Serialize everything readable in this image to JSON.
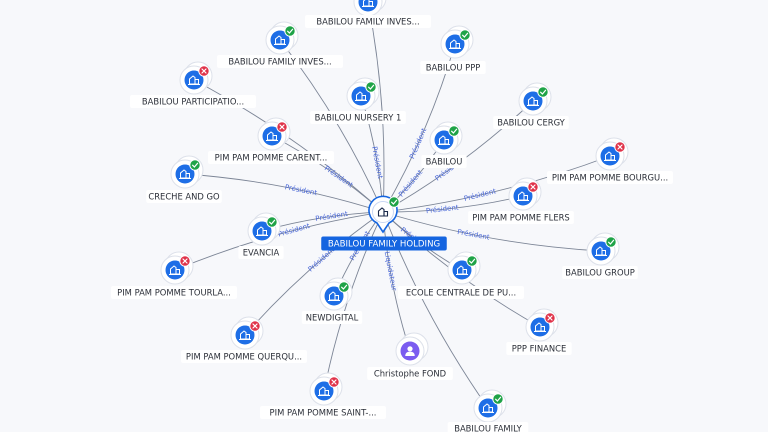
{
  "graph": {
    "center": {
      "label": "BABILOU FAMILY HOLDING",
      "status": "active"
    },
    "nodes": [
      {
        "id": "n1",
        "label": "BABILOU FAMILY INVES...",
        "status": "active"
      },
      {
        "id": "n2",
        "label": "BABILOU FAMILY INVES...",
        "status": "active"
      },
      {
        "id": "n3",
        "label": "BABILOU PPP",
        "status": "active"
      },
      {
        "id": "n4",
        "label": "BABILOU PARTICIPATIO...",
        "status": "closed"
      },
      {
        "id": "n5",
        "label": "BABILOU NURSERY 1",
        "status": "active"
      },
      {
        "id": "n6",
        "label": "BABILOU CERGY",
        "status": "active"
      },
      {
        "id": "n7",
        "label": "PIM PAM POMME CARENT...",
        "status": "closed"
      },
      {
        "id": "n8",
        "label": "BABILOU",
        "status": "active"
      },
      {
        "id": "n9",
        "label": "PIM PAM POMME BOURGU...",
        "status": "closed"
      },
      {
        "id": "n10",
        "label": "CRECHE AND GO",
        "status": "active"
      },
      {
        "id": "n11",
        "label": "PIM PAM POMME FLERS",
        "status": "closed"
      },
      {
        "id": "n12",
        "label": "EVANCIA",
        "status": "active"
      },
      {
        "id": "n13",
        "label": "BABILOU GROUP",
        "status": "active"
      },
      {
        "id": "n14",
        "label": "PIM PAM POMME TOURLA...",
        "status": "closed"
      },
      {
        "id": "n15",
        "label": "ECOLE CENTRALE DE PU...",
        "status": "active"
      },
      {
        "id": "n16",
        "label": "NEWDIGITAL",
        "status": "active"
      },
      {
        "id": "n17",
        "label": "PPP FINANCE",
        "status": "closed"
      },
      {
        "id": "n18",
        "label": "PIM PAM POMME QUERQU...",
        "status": "closed"
      },
      {
        "id": "n19",
        "label": "Christophe FOND",
        "status": "person"
      },
      {
        "id": "n20",
        "label": "PIM PAM POMME SAINT-...",
        "status": "closed"
      },
      {
        "id": "n21",
        "label": "BABILOU FAMILY",
        "status": "active"
      }
    ],
    "edges": [
      {
        "to": "n1",
        "label": ""
      },
      {
        "to": "n2",
        "label": ""
      },
      {
        "to": "n3",
        "label": "Président"
      },
      {
        "to": "n4",
        "label": ""
      },
      {
        "to": "n5",
        "label": "Président"
      },
      {
        "to": "n6",
        "label": "Président"
      },
      {
        "to": "n7",
        "label": "Président"
      },
      {
        "to": "n8",
        "label": "Président"
      },
      {
        "to": "n9",
        "label": "Président"
      },
      {
        "to": "n10",
        "label": "Président"
      },
      {
        "to": "n11",
        "label": "Président"
      },
      {
        "to": "n12",
        "label": "Président"
      },
      {
        "to": "n13",
        "label": "Président"
      },
      {
        "to": "n14",
        "label": "Président"
      },
      {
        "to": "n15",
        "label": "Président"
      },
      {
        "to": "n16",
        "label": "Président"
      },
      {
        "to": "n17",
        "label": ""
      },
      {
        "to": "n18",
        "label": "Président"
      },
      {
        "to": "n19",
        "label": "Liquidateur"
      },
      {
        "to": "n20",
        "label": ""
      },
      {
        "to": "n21",
        "label": ""
      }
    ],
    "colors": {
      "node_fill": "#1e6ee6",
      "person_fill": "#7b5cf0",
      "status_active": "#1fa347",
      "status_closed": "#e0334a",
      "edge_label": "#4a68d8",
      "center_label_bg": "#1565e0"
    }
  }
}
